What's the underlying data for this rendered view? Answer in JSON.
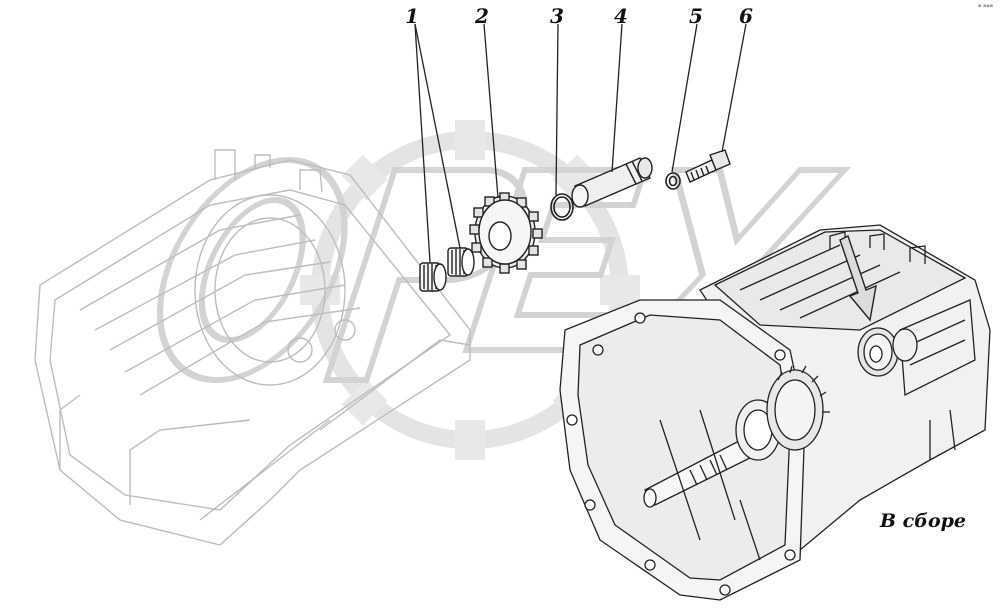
{
  "diagram": {
    "callouts": [
      {
        "id": "callout-1",
        "label": "1"
      },
      {
        "id": "callout-2",
        "label": "2"
      },
      {
        "id": "callout-3",
        "label": "3"
      },
      {
        "id": "callout-4",
        "label": "4"
      },
      {
        "id": "callout-5",
        "label": "5"
      },
      {
        "id": "callout-6",
        "label": "6"
      }
    ],
    "assembly_caption": "В сборе",
    "corner_mark": "▪ ▪▪▪",
    "watermark_text": "OPEX"
  },
  "colors": {
    "line": "#222222",
    "ghost_line": "#bdbdbd",
    "watermark": "#d9d9d9",
    "arrow_fill": "#dcdcdc",
    "background": "#ffffff"
  }
}
